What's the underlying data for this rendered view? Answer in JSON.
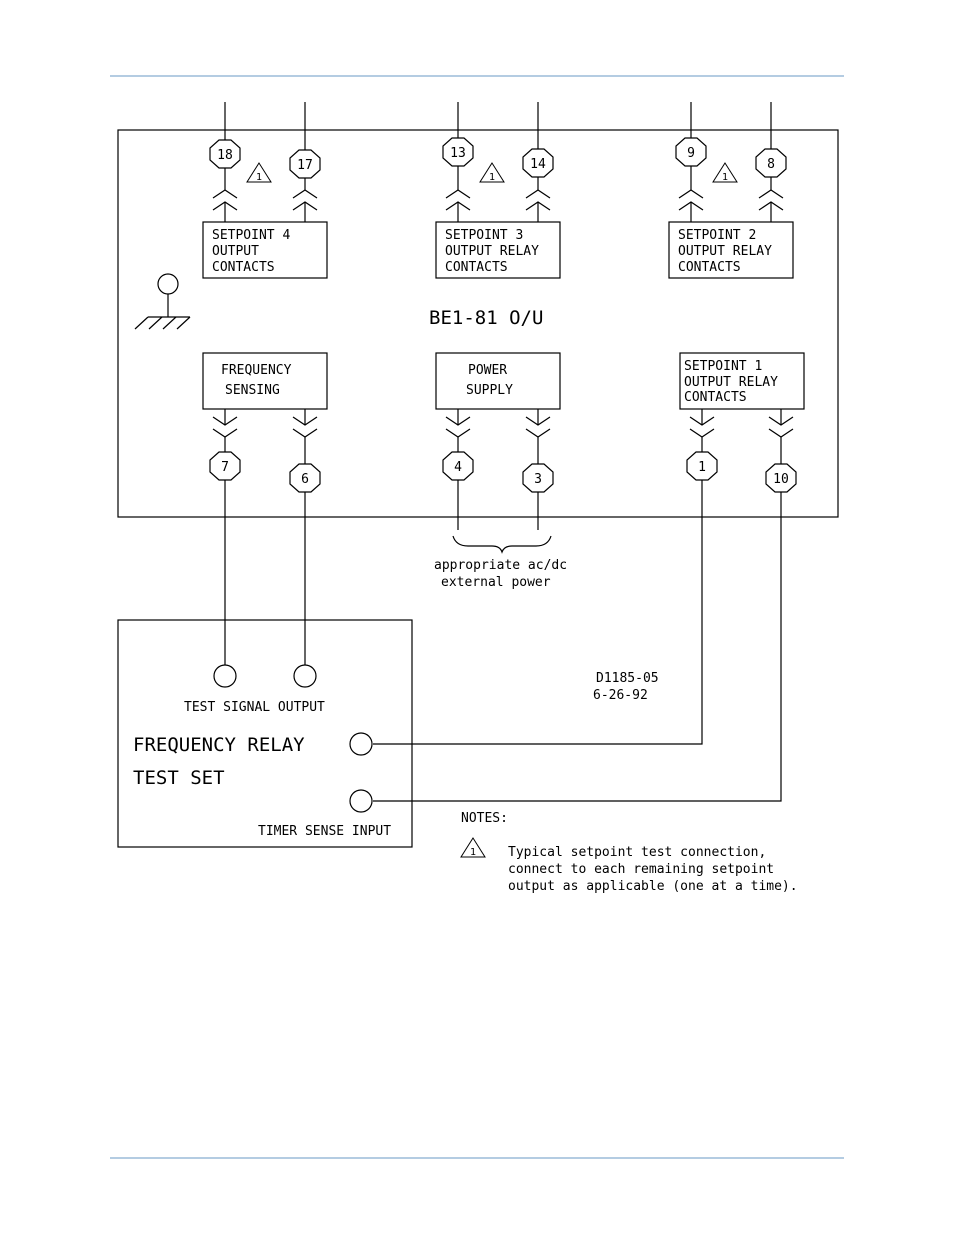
{
  "terminals": [
    "18",
    "17",
    "13",
    "14",
    "9",
    "8",
    "7",
    "6",
    "4",
    "3",
    "1",
    "10"
  ],
  "boxes": {
    "setpoint4": [
      "SETPOINT 4",
      "OUTPUT",
      "CONTACTS"
    ],
    "setpoint3": [
      "SETPOINT 3",
      "OUTPUT RELAY",
      "CONTACTS"
    ],
    "setpoint2": [
      "SETPOINT 2",
      "OUTPUT RELAY",
      "CONTACTS"
    ],
    "frequency_sensing": [
      "FREQUENCY",
      "SENSING"
    ],
    "power_supply": [
      "POWER",
      "SUPPLY"
    ],
    "setpoint1": [
      "SETPOINT 1",
      "OUTPUT RELAY",
      "CONTACTS"
    ]
  },
  "device_label": "BE1-81 O/U",
  "power_note": [
    "appropriate ac/dc",
    "external power"
  ],
  "test_set": {
    "title_line1": "FREQUENCY RELAY",
    "title_line2": "TEST SET",
    "test_signal_label": "TEST SIGNAL OUTPUT",
    "timer_sense_label": "TIMER SENSE INPUT"
  },
  "drawing_id": "D1185-05",
  "drawing_date": "6-26-92",
  "notes": {
    "heading": "NOTES:",
    "note1_symbol": "1",
    "note1_lines": [
      "Typical setpoint test connection,",
      "connect to each remaining setpoint",
      "output as applicable (one at a time)."
    ]
  },
  "colors": {
    "rule": "#9bbbd8",
    "line": "#000000"
  }
}
